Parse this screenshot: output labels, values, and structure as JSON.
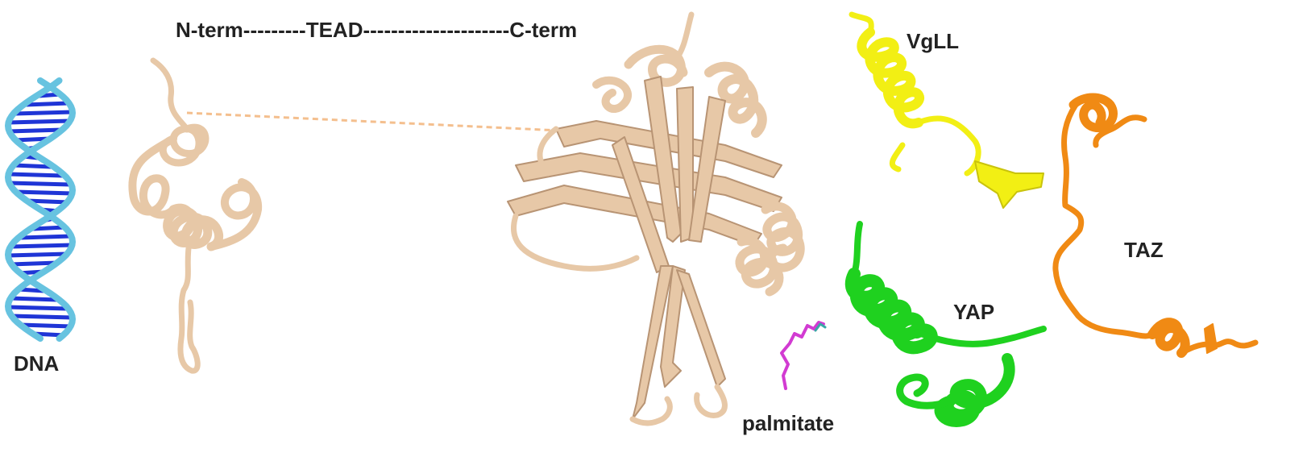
{
  "labels": {
    "domain_bar": "N-term---------TEAD---------------------C-term",
    "dna": "DNA",
    "vgll": "VgLL",
    "taz": "TAZ",
    "yap": "YAP",
    "palmitate": "palmitate"
  },
  "colors": {
    "dna_backbone": "#67c3e0",
    "dna_base": "#1f35d6",
    "dna_tip": "#e03030",
    "tead": "#e7c8a7",
    "tead_stroke": "#b89474",
    "linker": "#f4bf8e",
    "vgll": "#f2ef14",
    "yap": "#1fd11f",
    "taz": "#f08a14",
    "palmitate": "#d23bd2",
    "palmitate_tip": "#3aa6a6",
    "text": "#222222"
  }
}
